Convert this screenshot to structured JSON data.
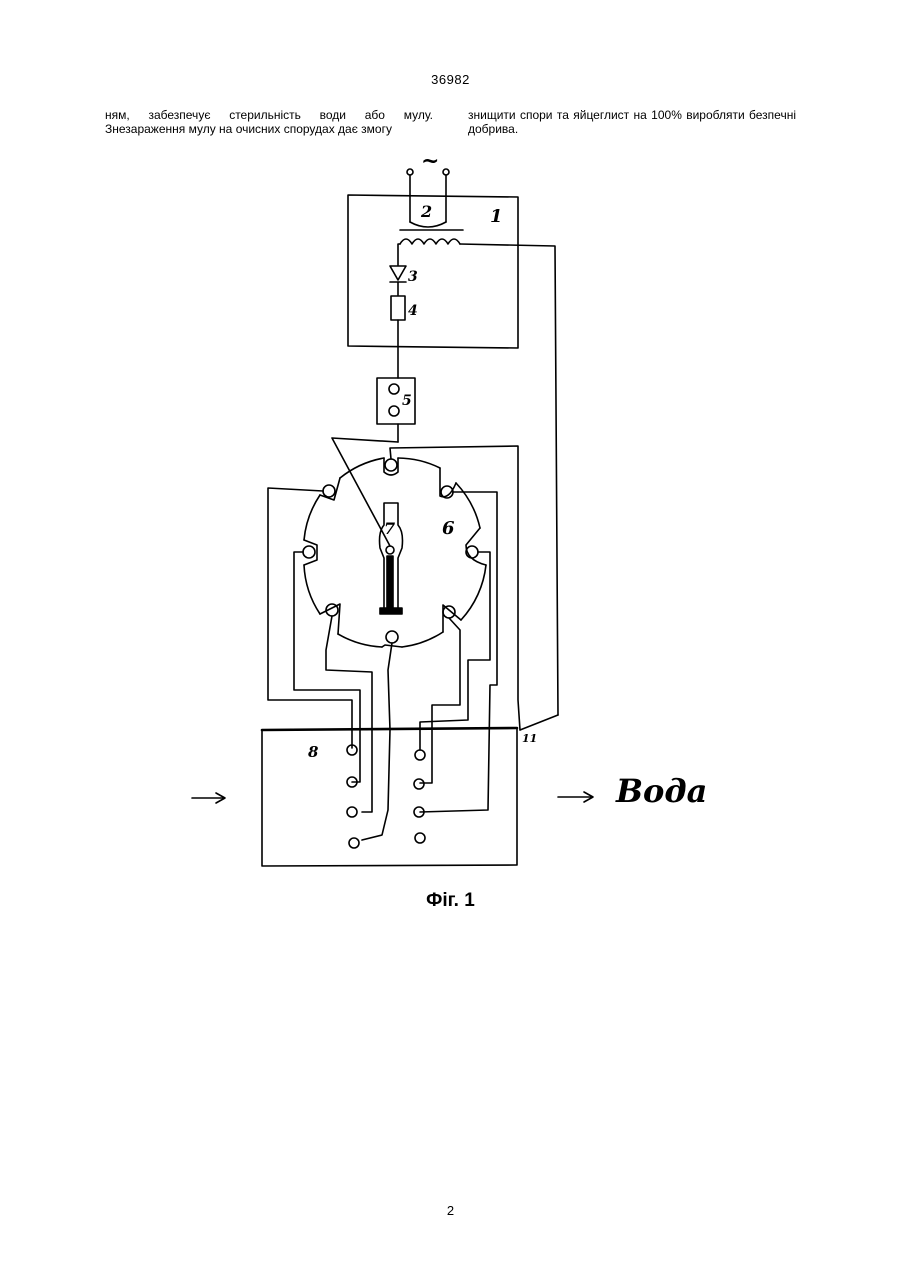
{
  "header": {
    "patent_number": "36982"
  },
  "body_text": {
    "left_column": "ням, забезпечує стерильність води або мулу. Знезараження мулу на очисних спорудах дає змогу",
    "right_column": "знищити спори та яйцеглист на 100% виробляти безпечні добрива."
  },
  "figure": {
    "labels": {
      "ac_symbol": "~",
      "n1": "1",
      "n2": "2",
      "n3": "3",
      "n4": "4",
      "n5": "5",
      "n6": "6",
      "n7": "7",
      "n8": "8",
      "n11": "11"
    },
    "water_label": "Вода",
    "caption": "Фіг. 1"
  },
  "footer": {
    "page_number": "2"
  }
}
